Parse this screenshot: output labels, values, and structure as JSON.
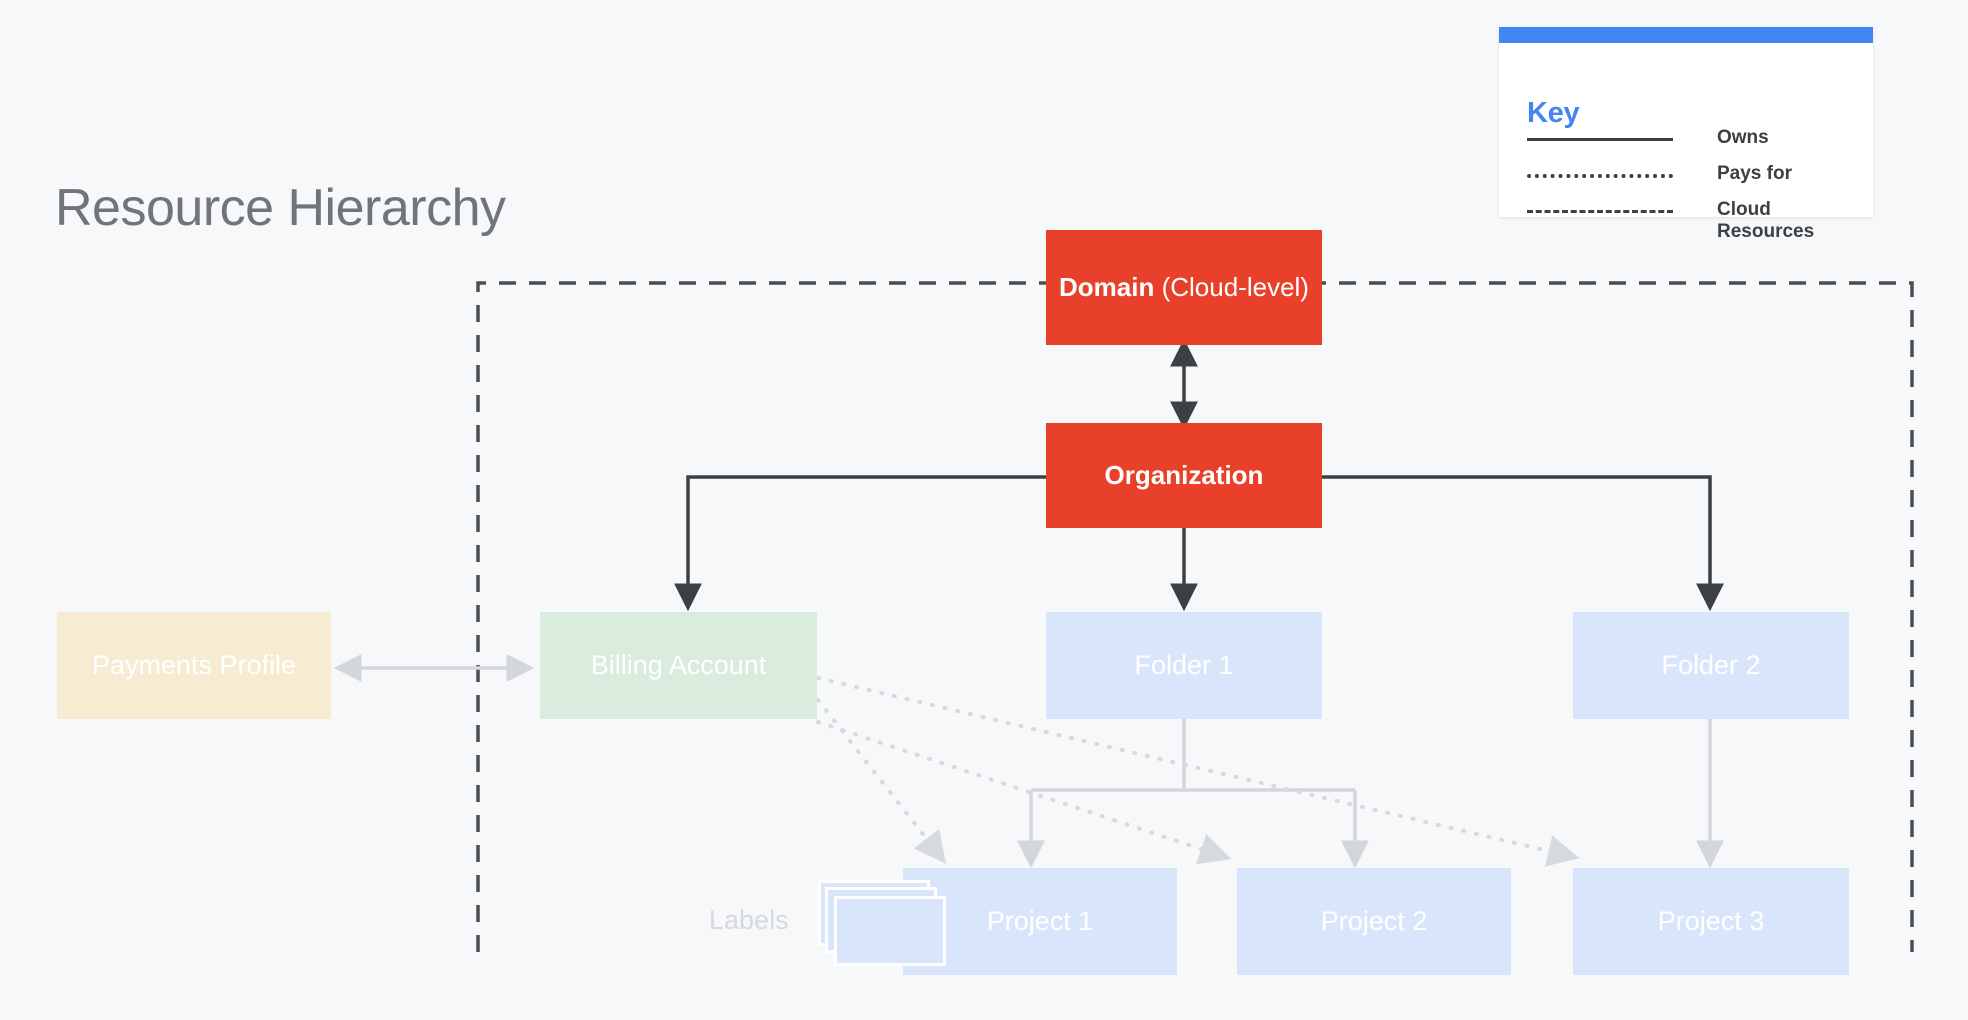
{
  "page": {
    "title": "Resource Hierarchy",
    "background_color": "#f6f8fa"
  },
  "key": {
    "heading": "Key",
    "accent_color": "#4285f4",
    "entries": [
      {
        "style": "solid",
        "label": "Owns"
      },
      {
        "style": "dotted",
        "label": "Pays for"
      },
      {
        "style": "dashed",
        "label": "Cloud Resources"
      }
    ]
  },
  "nodes": {
    "domain": {
      "label_bold": "Domain",
      "label_rest": " (Cloud-level)",
      "color": "#e8402a"
    },
    "organization": {
      "label": "Organization",
      "color": "#e8402a"
    },
    "payments_profile": {
      "label": "Payments Profile",
      "color": "#f7ecd2"
    },
    "billing_account": {
      "label": "Billing Account",
      "color": "#d9ecdd"
    },
    "folder_1": {
      "label": "Folder 1",
      "color": "#d9e5fa"
    },
    "folder_2": {
      "label": "Folder 2",
      "color": "#d9e5fa"
    },
    "project_1": {
      "label": "Project 1",
      "color": "#d9e5fa"
    },
    "project_2": {
      "label": "Project 2",
      "color": "#d9e5fa"
    },
    "project_3": {
      "label": "Project 3",
      "color": "#d9e5fa"
    },
    "labels": {
      "label": "Labels",
      "color": "#d6d9dd"
    }
  },
  "chart_data": {
    "type": "diagram",
    "title": "Resource Hierarchy",
    "nodes": [
      "Domain (Cloud-level)",
      "Organization",
      "Payments Profile",
      "Billing Account",
      "Folder 1",
      "Folder 2",
      "Project 1",
      "Project 2",
      "Project 3",
      "Labels"
    ],
    "edges": [
      {
        "from": "Domain (Cloud-level)",
        "to": "Organization",
        "type": "owns",
        "bidirectional": true
      },
      {
        "from": "Organization",
        "to": "Billing Account",
        "type": "owns"
      },
      {
        "from": "Organization",
        "to": "Folder 1",
        "type": "owns"
      },
      {
        "from": "Organization",
        "to": "Folder 2",
        "type": "owns"
      },
      {
        "from": "Payments Profile",
        "to": "Billing Account",
        "type": "owns",
        "bidirectional": true
      },
      {
        "from": "Folder 1",
        "to": "Project 1",
        "type": "owns"
      },
      {
        "from": "Folder 1",
        "to": "Project 2",
        "type": "owns"
      },
      {
        "from": "Folder 2",
        "to": "Project 3",
        "type": "owns"
      },
      {
        "from": "Billing Account",
        "to": "Project 1",
        "type": "pays for"
      },
      {
        "from": "Billing Account",
        "to": "Project 2",
        "type": "pays for"
      },
      {
        "from": "Billing Account",
        "to": "Project 3",
        "type": "pays for"
      }
    ],
    "groups": [
      {
        "name": "Cloud Resources",
        "style": "dashed",
        "contains": [
          "Billing Account",
          "Folder 1",
          "Folder 2",
          "Project 1",
          "Project 2",
          "Project 3"
        ]
      }
    ]
  }
}
